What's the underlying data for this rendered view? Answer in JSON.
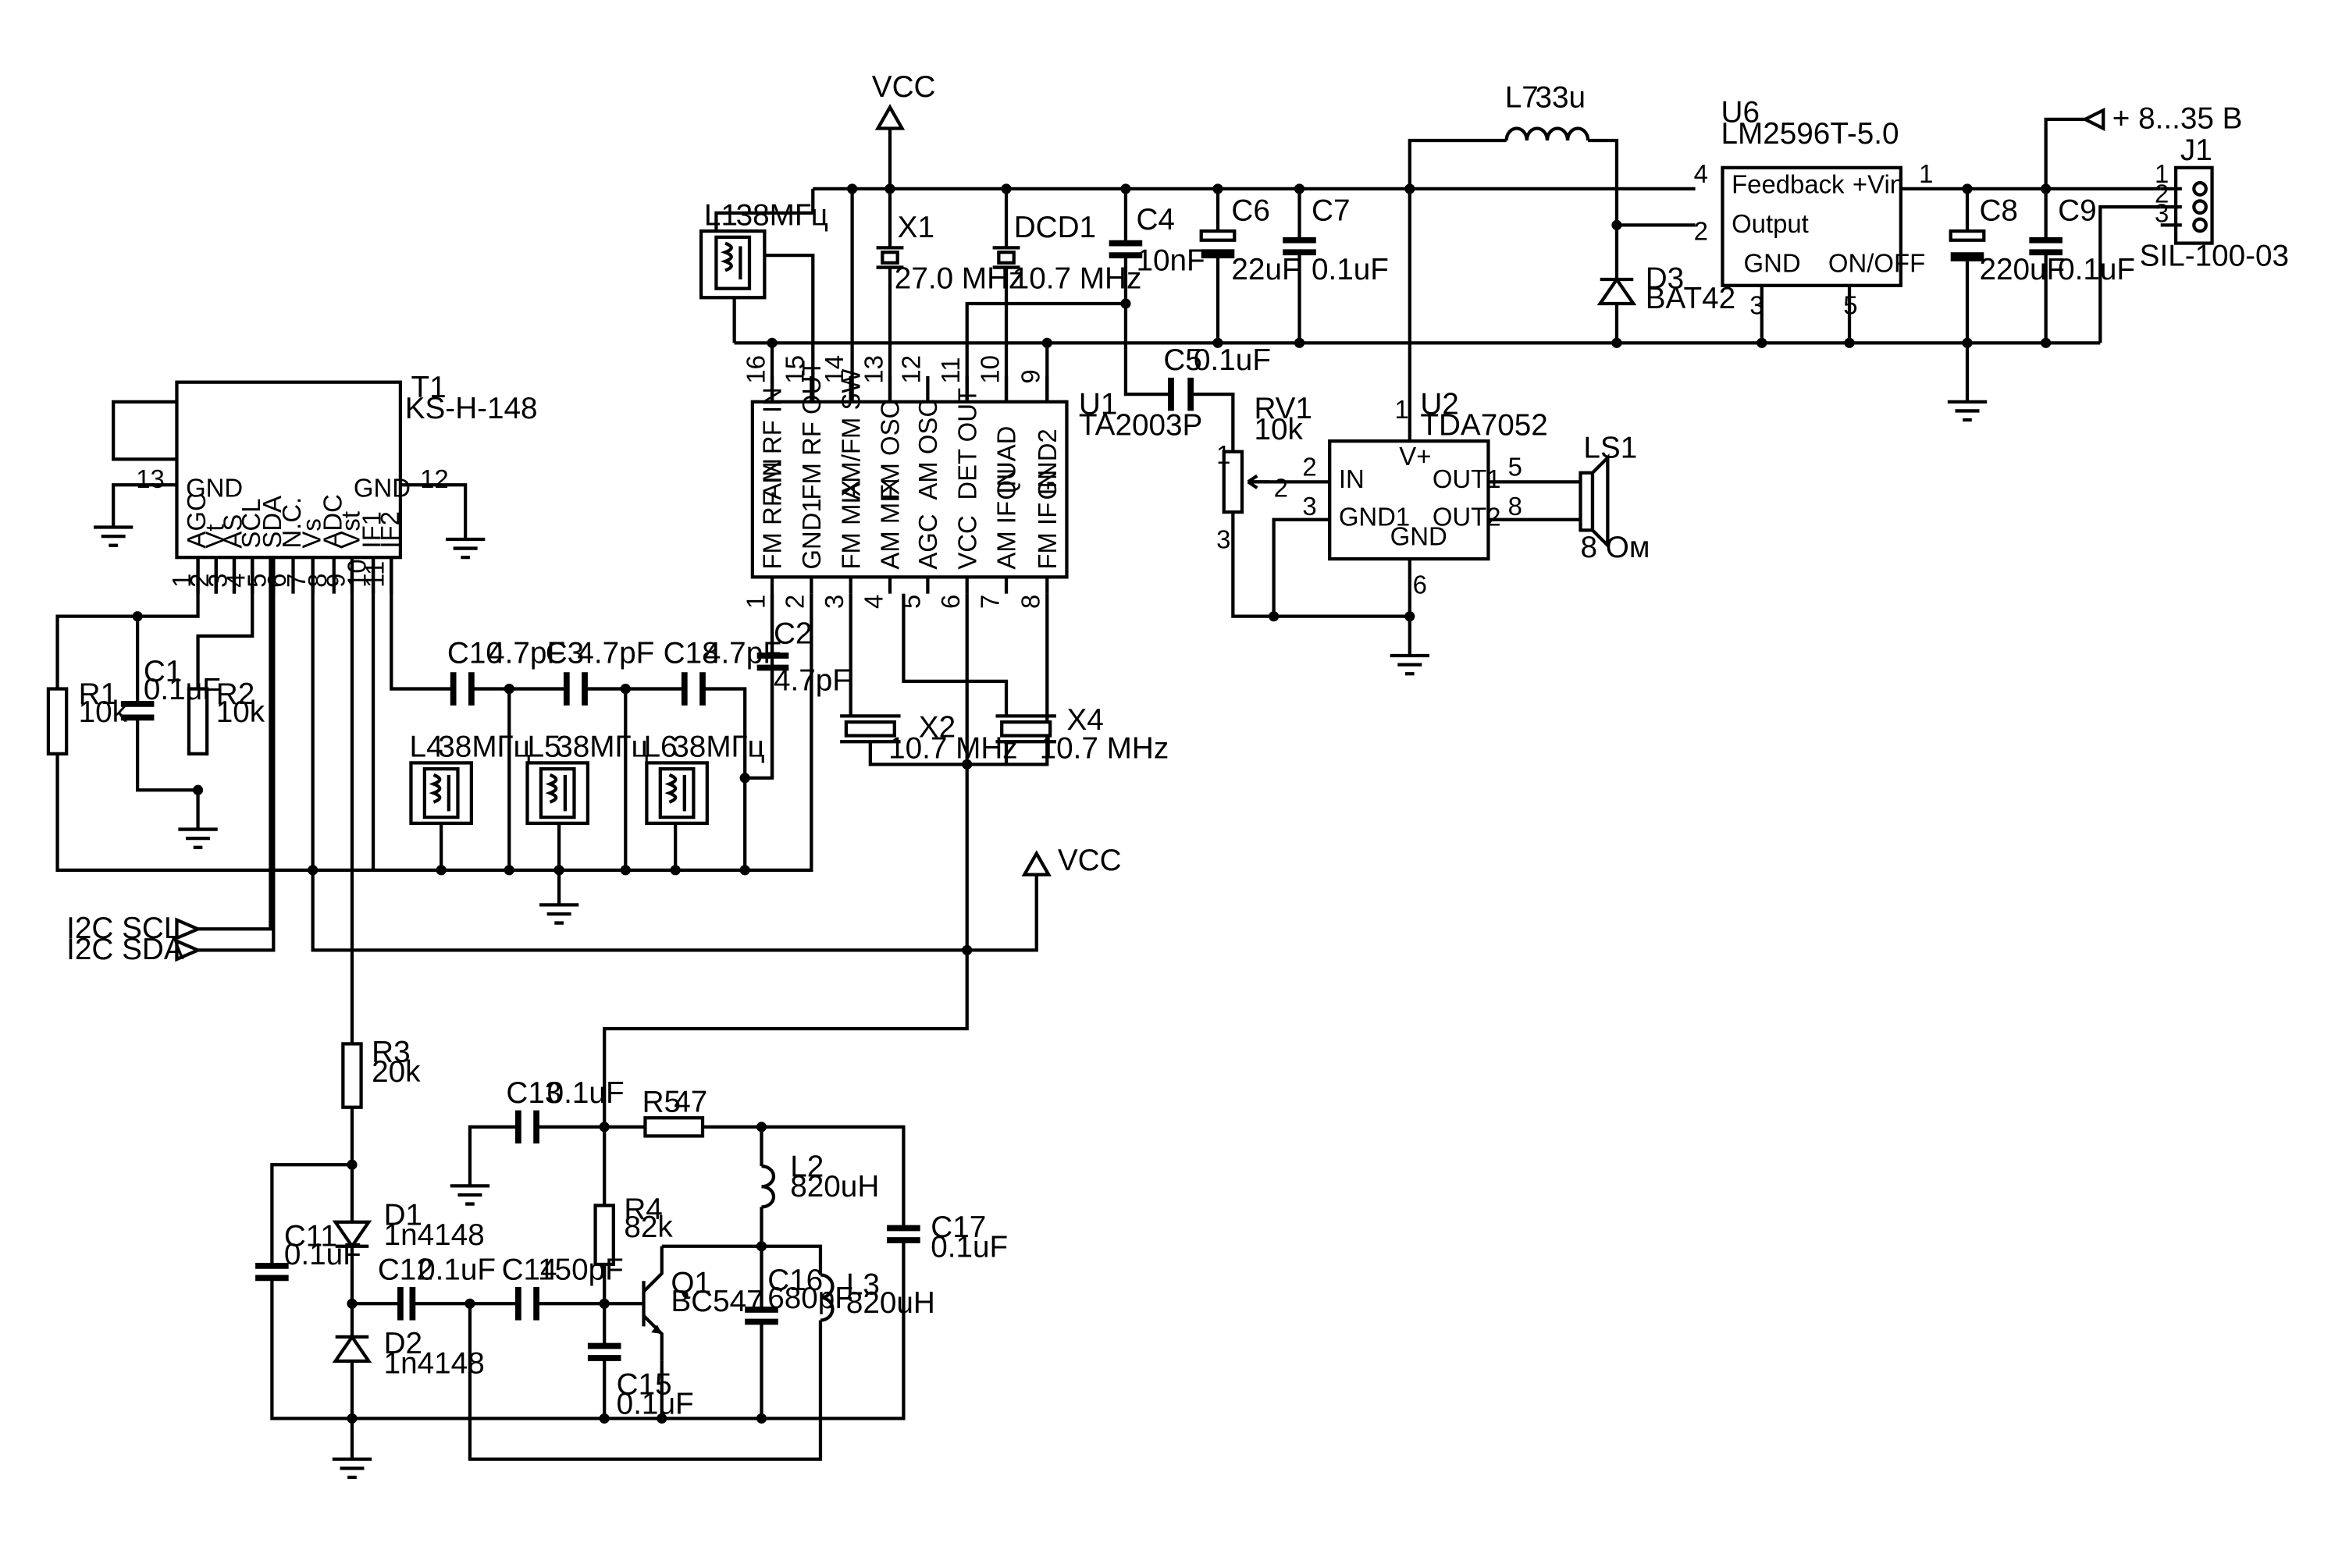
{
  "power": {
    "vcc": "VCC",
    "supply_in": "+ 8...35 В"
  },
  "i2c": {
    "scl": "I2C SCL",
    "sda": "I2C SDA"
  },
  "t1": {
    "ref": "T1",
    "part": "KS-H-148",
    "pins": [
      "AGC",
      "Vt",
      "AS",
      "SCL",
      "SDA",
      "N.C.",
      "Vs",
      "ADC",
      "Vst",
      "IF1",
      "IF2"
    ],
    "pin_numbers": [
      "1",
      "2",
      "3",
      "4",
      "5",
      "6",
      "7",
      "8",
      "9",
      "10",
      "11"
    ],
    "gnd_left": "GND",
    "gnd_right": "GND",
    "gnd_left_num": "13",
    "gnd_right_num": "12"
  },
  "u1": {
    "ref": "U1",
    "part": "TA2003P",
    "top_pins": [
      "AM RF IN",
      "FM RF OUT",
      "AM/FM SW",
      "FM OSC",
      "AM OSC",
      "DET OUT",
      "QUAD",
      "GND2"
    ],
    "top_numbers": [
      "16",
      "15",
      "14",
      "13",
      "12",
      "11",
      "10",
      "9"
    ],
    "bottom_pins": [
      "FM RF IN",
      "GND1",
      "FM MIX",
      "AM MIX",
      "AGC",
      "VCC",
      "AM IF IN",
      "FM IF IN"
    ],
    "bottom_numbers": [
      "1",
      "2",
      "3",
      "4",
      "5",
      "6",
      "7",
      "8"
    ]
  },
  "u2": {
    "ref": "U2",
    "part": "TDA7052",
    "pins": {
      "vplus": "V+",
      "in": "IN",
      "gnd1": "GND1",
      "gnd": "GND",
      "out1": "OUT1",
      "out2": "OUT2"
    },
    "numbers": {
      "vplus": "1",
      "in": "2",
      "gnd1": "3",
      "gnd": "6",
      "out1": "5",
      "out2": "8"
    }
  },
  "u6": {
    "ref": "U6",
    "part": "LM2596T-5.0",
    "pins": {
      "feedback": "Feedback",
      "output": "Output",
      "gnd": "GND",
      "onoff": "ON/OFF",
      "vin": "+Vin"
    },
    "numbers": {
      "feedback": "4",
      "output": "2",
      "gnd": "3",
      "onoff": "5",
      "vin": "1"
    }
  },
  "j1": {
    "ref": "J1",
    "part": "SIL-100-03",
    "pins": [
      "1",
      "2",
      "3"
    ]
  },
  "ls1": {
    "ref": "LS1",
    "value": "8 Ом"
  },
  "rv1": {
    "ref": "RV1",
    "value": "10k",
    "pins": [
      "1",
      "2",
      "3"
    ]
  },
  "coils": {
    "l1": {
      "ref": "L1",
      "value": "38МГц"
    },
    "l4": {
      "ref": "L4",
      "value": "38МГц"
    },
    "l5": {
      "ref": "L5",
      "value": "38МГц"
    },
    "l6": {
      "ref": "L6",
      "value": "38МГц"
    },
    "l7": {
      "ref": "L7",
      "value": "33u"
    },
    "l2": {
      "ref": "L2",
      "value": "820uH"
    },
    "l3": {
      "ref": "L3",
      "value": "820uH"
    }
  },
  "crystals": {
    "x1": {
      "ref": "X1",
      "value": "27.0 MHz"
    },
    "dcd1": {
      "ref": "DCD1",
      "value": "10.7 MHz"
    },
    "x2": {
      "ref": "X2",
      "value": "10.7 MHz"
    },
    "x4": {
      "ref": "X4",
      "value": "10.7 MHz"
    }
  },
  "capacitors": {
    "c1": {
      "ref": "C1",
      "value": "0.1uF"
    },
    "c2": {
      "ref": "C2",
      "value": "4.7pF"
    },
    "c3": {
      "ref": "C3",
      "value": "4.7pF"
    },
    "c4": {
      "ref": "C4",
      "value": "10nF"
    },
    "c5": {
      "ref": "C5",
      "value": "0.1uF"
    },
    "c6": {
      "ref": "C6",
      "value": "22uF"
    },
    "c7": {
      "ref": "C7",
      "value": "0.1uF"
    },
    "c8": {
      "ref": "C8",
      "value": "220uF"
    },
    "c9": {
      "ref": "C9",
      "value": "0.1uF"
    },
    "c10": {
      "ref": "C10",
      "value": "4.7pF"
    },
    "c11": {
      "ref": "C11",
      "value": "0.1uF"
    },
    "c12": {
      "ref": "C12",
      "value": "0.1uF"
    },
    "c13": {
      "ref": "C13",
      "value": "0.1uF"
    },
    "c14": {
      "ref": "C14",
      "value": "150pF"
    },
    "c15": {
      "ref": "C15",
      "value": "0.1uF"
    },
    "c16": {
      "ref": "C16",
      "value": "680pF"
    },
    "c17": {
      "ref": "C17",
      "value": "0.1uF"
    },
    "c18": {
      "ref": "C18",
      "value": "4.7pF"
    }
  },
  "resistors": {
    "r1": {
      "ref": "R1",
      "value": "10k"
    },
    "r2": {
      "ref": "R2",
      "value": "10k"
    },
    "r3": {
      "ref": "R3",
      "value": "20k"
    },
    "r4": {
      "ref": "R4",
      "value": "82k"
    },
    "r5": {
      "ref": "R5",
      "value": "47"
    }
  },
  "diodes": {
    "d1": {
      "ref": "D1",
      "value": "1n4148"
    },
    "d2": {
      "ref": "D2",
      "value": "1n4148"
    },
    "d3": {
      "ref": "D3",
      "value": "BAT42"
    }
  },
  "transistor": {
    "ref": "Q1",
    "value": "BC547"
  }
}
